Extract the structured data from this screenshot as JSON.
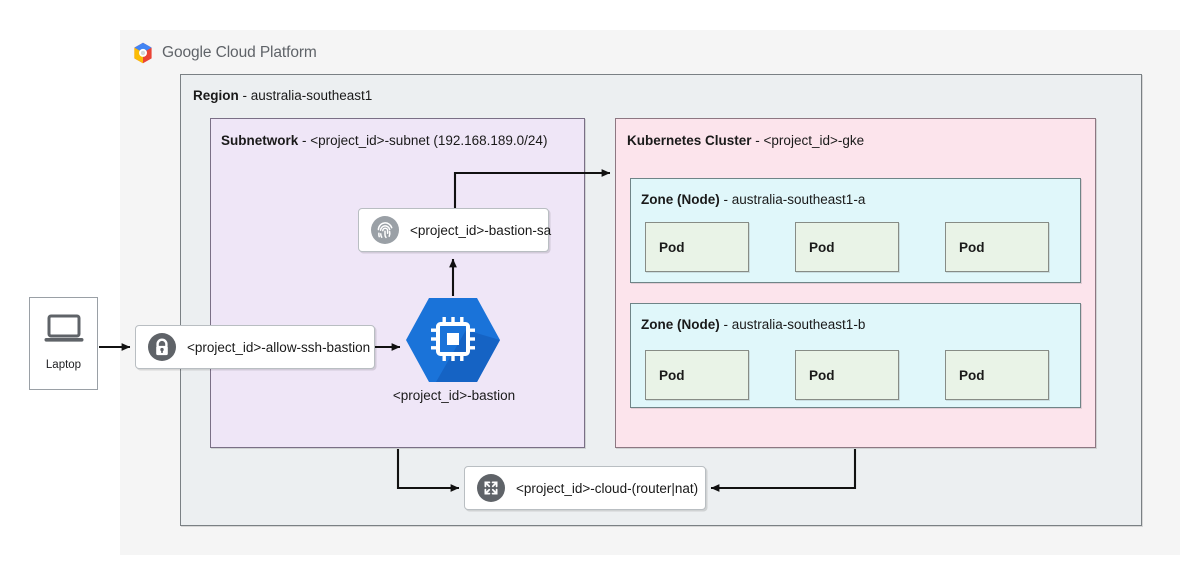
{
  "brand": {
    "logo_icon": "google-cloud-platform-logo",
    "name_bold": "Google",
    "name_rest": "Cloud Platform",
    "colors": {
      "logo_blue": "#4285f4",
      "logo_red": "#ea4335",
      "logo_yellow": "#fbbc05",
      "logo_green": "#34a853",
      "panel_bg": "#f5f5f5"
    }
  },
  "region": {
    "label_bold": "Region",
    "label_rest": " - australia-southeast1",
    "name": "australia-southeast1",
    "fill": "#eceff1",
    "stroke": "#7a8084"
  },
  "subnetwork": {
    "label_bold": "Subnetwork",
    "label_rest": " - <project_id>-subnet (192.168.189.0/24)",
    "name": "<project_id>-subnet",
    "cidr": "192.168.189.0/24",
    "fill": "#efe6f7",
    "stroke": "#7a6f86"
  },
  "kubernetes_cluster": {
    "label_bold": "Kubernetes Cluster",
    "label_rest": " - <project_id>-gke",
    "name": "<project_id>-gke",
    "fill": "#fce4ec",
    "stroke": "#8d7782",
    "zones": [
      {
        "label_bold": "Zone (Node)",
        "label_rest": " - australia-southeast1-a",
        "name": "australia-southeast1-a",
        "fill": "#e0f7fa",
        "pods": [
          "Pod",
          "Pod",
          "Pod"
        ]
      },
      {
        "label_bold": "Zone (Node)",
        "label_rest": " - australia-southeast1-b",
        "name": "australia-southeast1-b",
        "fill": "#e0f7fa",
        "pods": [
          "Pod",
          "Pod",
          "Pod"
        ]
      }
    ],
    "pod_fill": "#e9f3e7"
  },
  "client": {
    "icon": "laptop-icon",
    "label": "Laptop"
  },
  "nodes": {
    "firewall_rule": {
      "icon": "lock-icon",
      "label": "<project_id>-allow-ssh-bastion",
      "icon_bg": "#5f6368"
    },
    "service_account": {
      "icon": "fingerprint-icon",
      "label": "<project_id>-bastion-sa",
      "icon_bg": "#9aa0a6"
    },
    "cloud_router_nat": {
      "icon": "router-nat-icon",
      "label": "<project_id>-cloud-(router|nat)",
      "icon_bg": "#5f6368"
    },
    "bastion_vm": {
      "icon": "compute-engine-hexagon-icon",
      "label": "<project_id>-bastion",
      "fill": "#1a73d9",
      "shadow_fill": "#1558b8"
    }
  },
  "connections": [
    {
      "from": "Laptop",
      "to": "<project_id>-allow-ssh-bastion"
    },
    {
      "from": "<project_id>-allow-ssh-bastion",
      "to": "<project_id>-bastion"
    },
    {
      "from": "<project_id>-bastion",
      "to": "<project_id>-bastion-sa"
    },
    {
      "from": "<project_id>-bastion-sa",
      "to": "<project_id>-gke"
    },
    {
      "from": "<project_id>-subnet",
      "to": "<project_id>-cloud-(router|nat)"
    },
    {
      "from": "<project_id>-gke",
      "to": "<project_id>-cloud-(router|nat)"
    }
  ]
}
